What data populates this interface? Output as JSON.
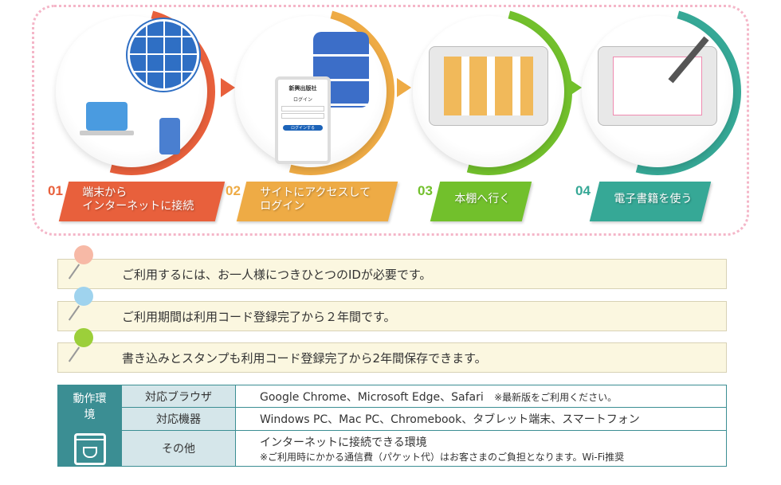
{
  "steps": [
    {
      "num": "01",
      "label_lines": [
        "端末から",
        "インターネットに接続"
      ],
      "color": "#e8603c"
    },
    {
      "num": "02",
      "label_lines": [
        "サイトにアクセスして",
        "ログイン"
      ],
      "color": "#eeab45"
    },
    {
      "num": "03",
      "label_lines": [
        "本棚へ行く"
      ],
      "color": "#72c02c"
    },
    {
      "num": "04",
      "label_lines": [
        "電子書籍を使う"
      ],
      "color": "#36a896"
    }
  ],
  "login_screen": {
    "brand": "新興出版社",
    "title": "ログイン",
    "button": "ログインする"
  },
  "notes": [
    {
      "text": "ご利用するには、お一人様につきひとつのIDが必要です。",
      "pin_color": "#f7b9a6"
    },
    {
      "text": "ご利用期間は利用コード登録完了から２年間です。",
      "pin_color": "#9fd3ee"
    },
    {
      "text": "書き込みとスタンプも利用コード登録完了から2年間保存できます。",
      "pin_color": "#9ccf3a"
    }
  ],
  "env": {
    "header": "動作環境",
    "rows": [
      {
        "label": "対応ブラウザ",
        "value": "Google Chrome、Microsoft Edge、Safari",
        "note": "※最新版をご利用ください。"
      },
      {
        "label": "対応機器",
        "value": "Windows PC、Mac PC、Chromebook、タブレット端末、スマートフォン"
      },
      {
        "label": "その他",
        "value": "インターネットに接続できる環境",
        "note": "※ご利用時にかかる通信費（パケット代）はお客さまのご負担となります。Wi-Fi推奨"
      }
    ]
  }
}
